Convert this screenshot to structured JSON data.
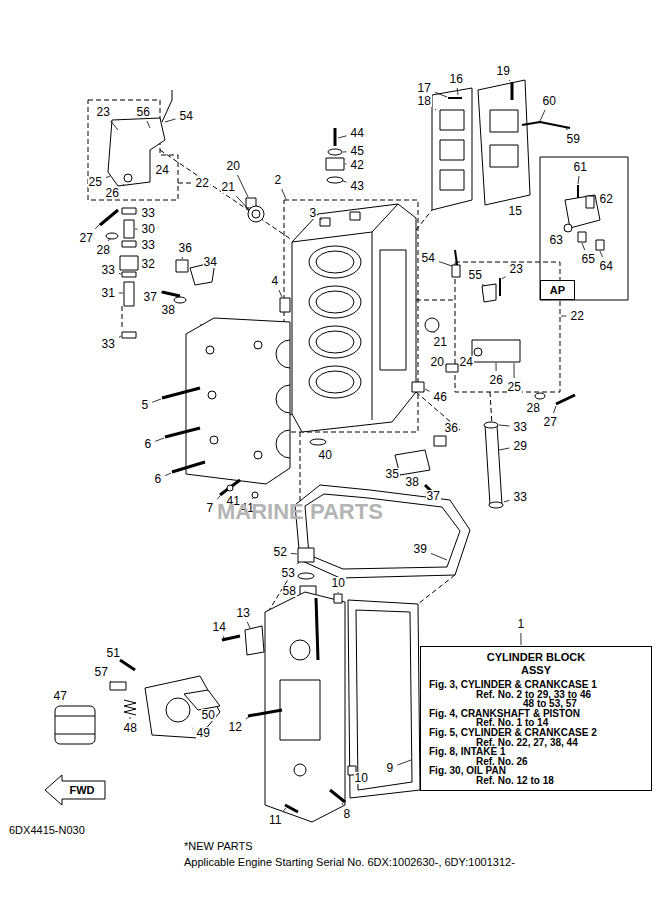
{
  "diagram": {
    "nodes": [
      {
        "text": [
          "CYLINDER BLOCK",
          "ASSY",
          "Fig. 3, CYLINDER & CRANKCASE 1",
          "Ref. No. 2 to 29, 33 to 46",
          "48 to 53, 57",
          "Fig. 4, CRANKSHAFT & PISTON",
          "Ref. No. 1 to 14",
          "Fig. 5, CYLINDER & CRANKCASE 2",
          "Ref. No. 22, 27, 38, 44",
          "Fig. 8, INTAKE 1",
          "Ref. No. 26",
          "Fig. 30, OIL PAN",
          "Ref. No. 12 to 18"
        ]
      },
      {
        "text": [
          "AP"
        ]
      }
    ],
    "labels": [
      "23",
      "56",
      "54",
      "25",
      "26",
      "24",
      "22",
      "27",
      "28",
      "33",
      "30",
      "33",
      "32",
      "33",
      "31",
      "33",
      "36",
      "34",
      "37",
      "38",
      "20",
      "21",
      "2",
      "3",
      "4",
      "44",
      "45",
      "42",
      "43",
      "17",
      "16",
      "18",
      "19",
      "60",
      "59",
      "15",
      "61",
      "62",
      "63",
      "65",
      "64",
      "54",
      "55",
      "23",
      "22",
      "21",
      "20",
      "24",
      "26",
      "25",
      "28",
      "27",
      "46",
      "33",
      "29",
      "5",
      "6",
      "6",
      "36",
      "38",
      "37",
      "35",
      "40",
      "41",
      "41",
      "7",
      "33",
      "39",
      "52",
      "53",
      "58",
      "10",
      "13",
      "14",
      "51",
      "57",
      "47",
      "48",
      "49",
      "50",
      "12",
      "9",
      "10",
      "8",
      "11",
      "1",
      "FWD",
      "6DX4415-N030",
      "*NEW PARTS",
      "Applicable Engine Starting Serial No. 6DX:1002630-, 6DY:1001312-",
      "MARINE PARTS"
    ]
  }
}
